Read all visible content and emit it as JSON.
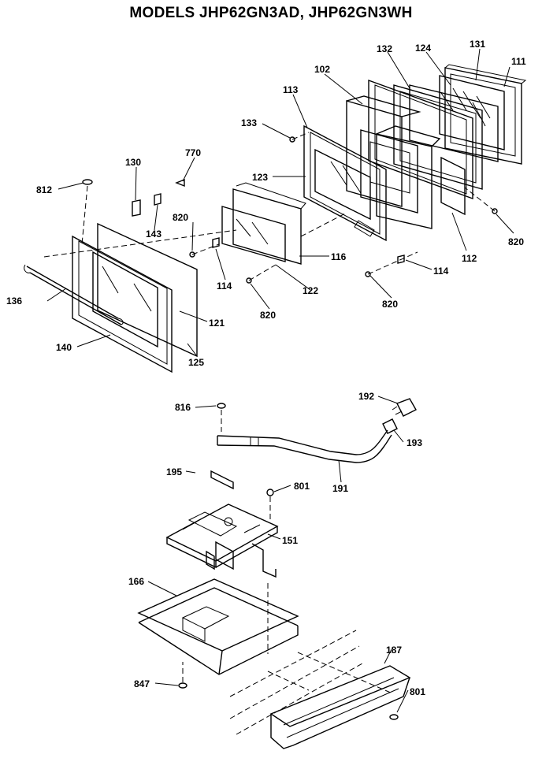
{
  "title": "MODELS JHP62GN3AD, JHP62GN3WH",
  "callouts": [
    {
      "id": "p111",
      "text": "111"
    },
    {
      "id": "p131",
      "text": "131"
    },
    {
      "id": "p124",
      "text": "124"
    },
    {
      "id": "p132",
      "text": "132"
    },
    {
      "id": "p102",
      "text": "102"
    },
    {
      "id": "p113",
      "text": "113"
    },
    {
      "id": "p133",
      "text": "133"
    },
    {
      "id": "p770",
      "text": "770"
    },
    {
      "id": "p130",
      "text": "130"
    },
    {
      "id": "p812",
      "text": "812"
    },
    {
      "id": "p123",
      "text": "123"
    },
    {
      "id": "p820a",
      "text": "820"
    },
    {
      "id": "p143",
      "text": "143"
    },
    {
      "id": "p820b",
      "text": "820"
    },
    {
      "id": "p112",
      "text": "112"
    },
    {
      "id": "p116",
      "text": "116"
    },
    {
      "id": "p114a",
      "text": "114"
    },
    {
      "id": "p114b",
      "text": "114"
    },
    {
      "id": "p122",
      "text": "122"
    },
    {
      "id": "p136",
      "text": "136"
    },
    {
      "id": "p820c",
      "text": "820"
    },
    {
      "id": "p820d",
      "text": "820"
    },
    {
      "id": "p121",
      "text": "121"
    },
    {
      "id": "p140",
      "text": "140"
    },
    {
      "id": "p125",
      "text": "125"
    },
    {
      "id": "p816",
      "text": "816"
    },
    {
      "id": "p192",
      "text": "192"
    },
    {
      "id": "p193",
      "text": "193"
    },
    {
      "id": "p195",
      "text": "195"
    },
    {
      "id": "p801a",
      "text": "801"
    },
    {
      "id": "p191",
      "text": "191"
    },
    {
      "id": "p151",
      "text": "151"
    },
    {
      "id": "p166",
      "text": "166"
    },
    {
      "id": "p187",
      "text": "187"
    },
    {
      "id": "p847",
      "text": "847"
    },
    {
      "id": "p801b",
      "text": "801"
    }
  ]
}
